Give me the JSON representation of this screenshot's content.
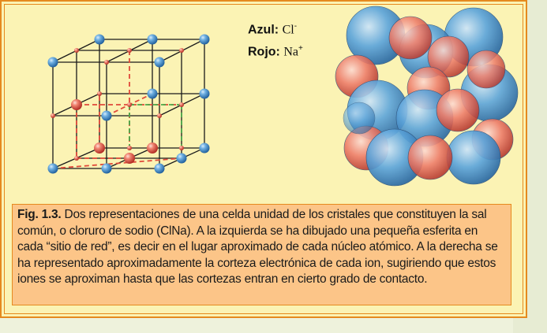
{
  "legend": {
    "blue_label": "Azul:",
    "blue_value": "Cl",
    "blue_sup": "-",
    "red_label": "Rojo:",
    "red_value": "Na",
    "red_sup": "+"
  },
  "caption": {
    "label": "Fig. 1.3.",
    "text": " Dos representaciones de una celda unidad de los cristales que constituyen la sal común, o cloruro de sodio (ClNa). A la izquierda se ha dibujado una pequeña esferita en cada “sitio de red”, es decir en el lugar aproximado de cada núcleo atómico. A la derecha se ha representado aproximadamente la corteza electrónica de cada ion, sugiriendo que estos iones se aproximan hasta que las cortezas entran en cierto grado de contacto."
  },
  "colors": {
    "panel_bg": "#fbf3b4",
    "border": "#e58a1e",
    "caption_bg": "#fcc588",
    "chloride_blue": "#3d8fd1",
    "sodium_red": "#e5564c",
    "dashed_red": "#e04a3a",
    "dashed_green": "#4aa84a"
  }
}
